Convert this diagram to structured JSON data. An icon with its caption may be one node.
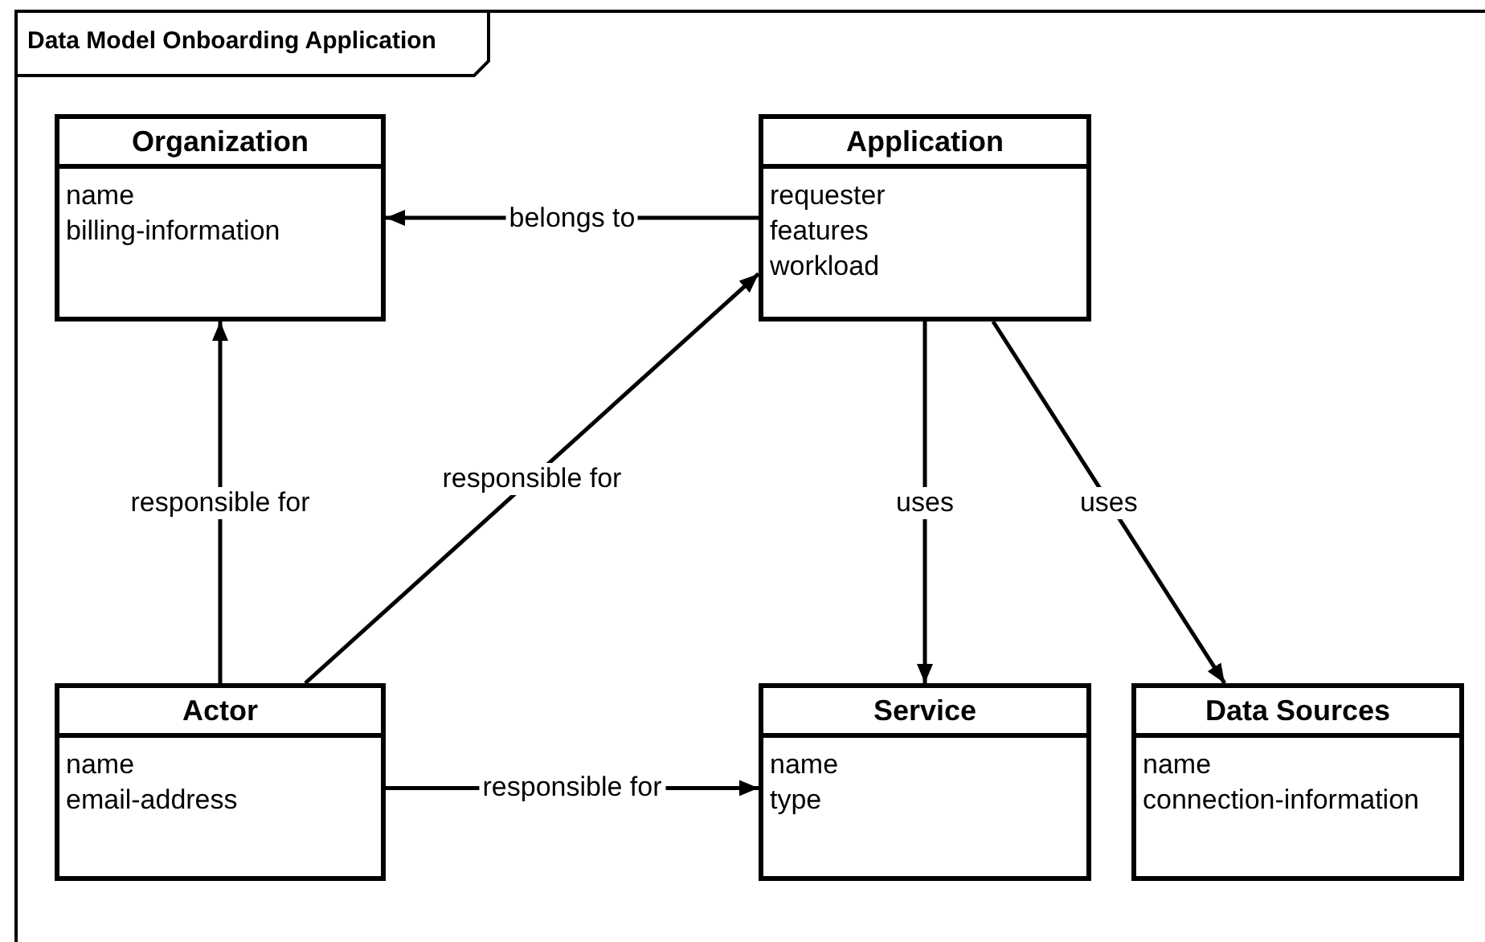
{
  "diagram": {
    "title": "Data Model Onboarding Application",
    "nodes": [
      {
        "text": [
          "Organization",
          "name",
          "billing-information"
        ]
      },
      {
        "text": [
          "Application",
          "requester",
          "features",
          "workload"
        ]
      },
      {
        "text": [
          "Actor",
          "name",
          "email-address"
        ]
      },
      {
        "text": [
          "Service",
          "name",
          "type"
        ]
      },
      {
        "text": [
          "Data Sources",
          "name",
          "connection-information"
        ]
      }
    ],
    "edges": [
      {
        "from": 1,
        "to": 0,
        "arrow": "to",
        "label": "belongs to"
      },
      {
        "from": 2,
        "to": 0,
        "arrow": "to",
        "label": "responsible for"
      },
      {
        "from": 2,
        "to": 1,
        "arrow": "to",
        "label": "responsible for"
      },
      {
        "from": 2,
        "to": 3,
        "arrow": "to",
        "label": "responsible for"
      },
      {
        "from": 1,
        "to": 3,
        "arrow": "to",
        "label": "uses"
      },
      {
        "from": 1,
        "to": 4,
        "arrow": "to",
        "label": "uses"
      }
    ]
  }
}
